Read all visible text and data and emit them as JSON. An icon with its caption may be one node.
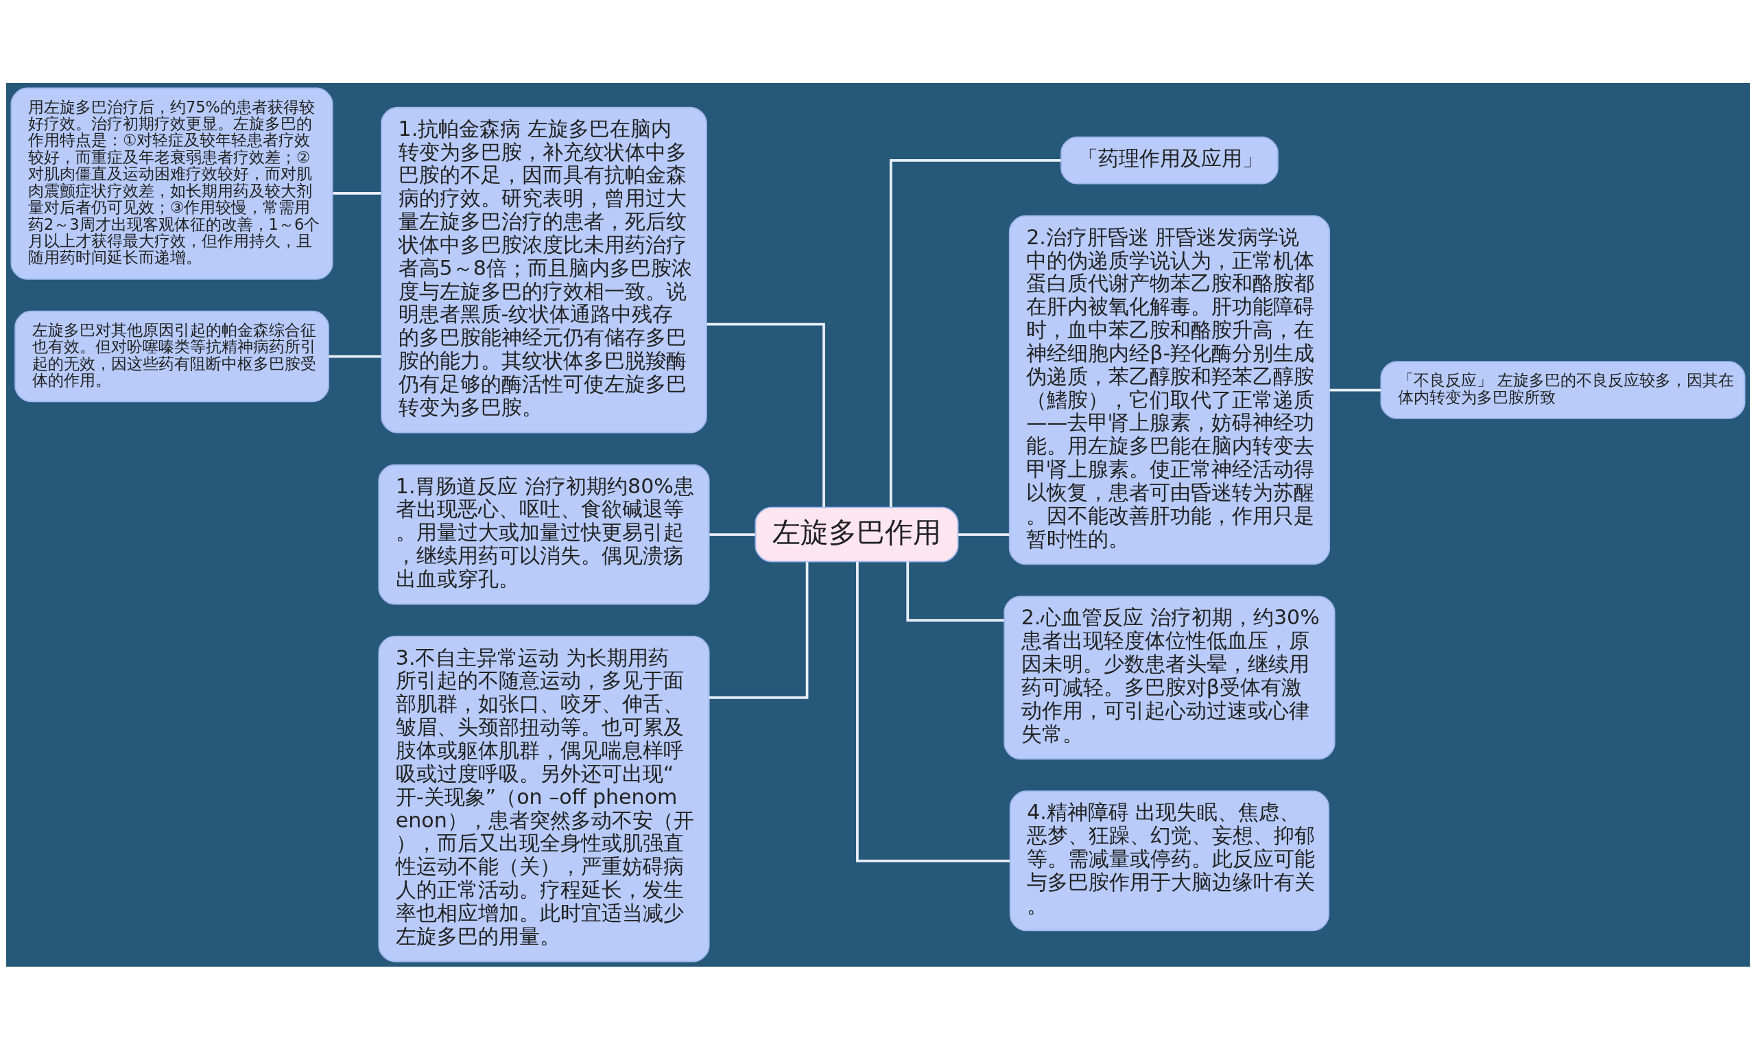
{
  "diagram": {
    "nodes": [
      {
        "text": [
          "左旋多巴作用"
        ]
      },
      {
        "text": [
          "1.抗帕金森病 左旋多巴在脑内转变为多巴胺，补充纹状体中多巴胺的不足，因而具有抗帕金森病的疗效。研究表明，曾用过大量左旋多巴治疗的患者，死后纹状体中多巴胺浓度比未用药治疗者高5～8倍；而且脑内多巴胺浓度与左旋多巴的疗效相一致。说明患者黑质-纹状体通路中残存的多巴胺能神经元仍有储存多巴胺的能力。其纹状体多巴脱羧酶仍有足够的酶活性可使左旋多巴转变为多巴胺。"
        ]
      },
      {
        "text": [
          "用左旋多巴治疗后，约75%的患者获得较好疗效。治疗初期疗效更显。左旋多巴的作用特点是：①对轻症及较年轻患者疗效较好，而重症及年老衰弱患者疗效差；②对肌肉僵直及运动困难疗效较好，而对肌肉震颤症状疗效差，如长期用药及较大剂量对后者仍可见效；③作用较慢，常需用药2～3周才出现客观体征的改善，1～6个月以上才获得最大疗效，但作用持久，且随用药时间延长而递增。"
        ]
      },
      {
        "text": [
          "左旋多巴对其他原因引起的帕金森综合征也有效。但对吩噻嗪类等抗精神病药所引起的无效，因这些药有阻断中枢多巴胺受体的作用。"
        ]
      },
      {
        "text": [
          "1.胃肠道反应 治疗初期约80%患者出现恶心、呕吐、食欲碱退等。用量过大或加量过快更易引起，继续用药可以消失。偶见溃疡出血或穿孔。"
        ]
      },
      {
        "text": [
          "3.不自主异常运动 为长期用药所引起的不随意运动，多见于面部肌群，如张口、咬牙、伸舌、皱眉、头颈部扭动等。也可累及肢体或躯体肌群，偶见喘息样呼吸或过度呼吸。另外还可出现“开-关现象”（on –off phenomenon），患者突然多动不安（开），而后又出现全身性或肌强直性运动不能（关），严重妨碍病人的正常活动。疗程延长，发生率也相应增加。此时宜适当减少左旋多巴的用量。"
        ]
      },
      {
        "text": [
          "「药理作用及应用」"
        ]
      },
      {
        "text": [
          "2.治疗肝昏迷 肝昏迷发病学说中的伪递质学说认为，正常机体蛋白质代谢产物苯乙胺和酪胺都在肝内被氧化解毒。肝功能障碍时，血中苯乙胺和酪胺升高，在神经细胞内经β-羟化酶分别生成伪递质，苯乙醇胺和羟苯乙醇胺（鰭胺），它们取代了正常递质——去甲肾上腺素，妨碍神经功能。用左旋多巴能在脑内转变去甲肾上腺素。使正常神经活动得以恢复，患者可由昏迷转为苏醒。因不能改善肝功能，作用只是暂时性的。"
        ]
      },
      {
        "text": [
          "「不良反应」 左旋多巴的不良反应较多，因其在体内转变为多巴胺所致"
        ]
      },
      {
        "text": [
          "2.心血管反应 治疗初期，约30%患者出现轻度体位性低血压，原因未明。少数患者头晕，继续用药可减轻。多巴胺对β受体有激动作用，可引起心动过速或心律失常。"
        ]
      },
      {
        "text": [
          "4.精神障碍 出现失眠、焦虑、恶梦、狂躁、幻觉、妄想、抑郁等。需减量或停药。此反应可能与多巴胺作用于大脑边缘叶有关。"
        ]
      }
    ],
    "edges": [
      {
        "from": 0,
        "to": 1,
        "arrow": "none"
      },
      {
        "from": 1,
        "to": 2,
        "arrow": "none"
      },
      {
        "from": 1,
        "to": 3,
        "arrow": "none"
      },
      {
        "from": 0,
        "to": 4,
        "arrow": "none"
      },
      {
        "from": 0,
        "to": 5,
        "arrow": "none"
      },
      {
        "from": 0,
        "to": 6,
        "arrow": "none"
      },
      {
        "from": 0,
        "to": 7,
        "arrow": "none"
      },
      {
        "from": 7,
        "to": 8,
        "arrow": "none"
      },
      {
        "from": 0,
        "to": 9,
        "arrow": "none"
      },
      {
        "from": 0,
        "to": 10,
        "arrow": "none"
      }
    ]
  }
}
